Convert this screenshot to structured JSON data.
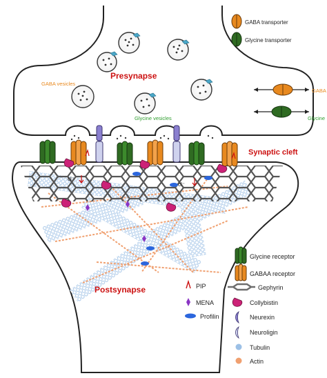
{
  "regions": {
    "presynapse": "Presynapse",
    "synaptic_cleft": "Synaptic cleft",
    "postsynapse": "Postsynapse",
    "gaba_vesicles": "GABA vesicles",
    "glycine_vesicles": "Glycine vesicles",
    "gaba_flux": "GABA",
    "glycine_flux": "Glycine",
    "chloride_1": "cl⁻",
    "chloride_2": "cl⁻"
  },
  "top_legend": {
    "gaba_transporter": "GABA transporter",
    "glycine_transporter": "Glycine transporter"
  },
  "bottom_legend": {
    "glycine_receptor": "Glycine receptor",
    "gaba_a_receptor": "GABAA receptor",
    "pip": "PIP",
    "gephyrin": "Gephyrin",
    "mena": "MENA",
    "collybistin": "Collybistin",
    "profilin": "Profilin",
    "neurexin": "Neurexin",
    "neuroligin": "Neuroligin",
    "tubulin": "Tubulin",
    "actin": "Actin"
  },
  "colors": {
    "gaba": "#e8891f",
    "glycine": "#2f6b22",
    "synaptic_cleft_label": "#cc1111",
    "gephyrin": "#6d6d6d",
    "collybistin": "#cc2277",
    "mena": "#8a35c4",
    "profilin": "#2b66dd",
    "tubulin": "#9cc0e6",
    "actin": "#f0a070",
    "neurexin": "#8a7fcf",
    "neuroligin": "#cfd2ee"
  }
}
